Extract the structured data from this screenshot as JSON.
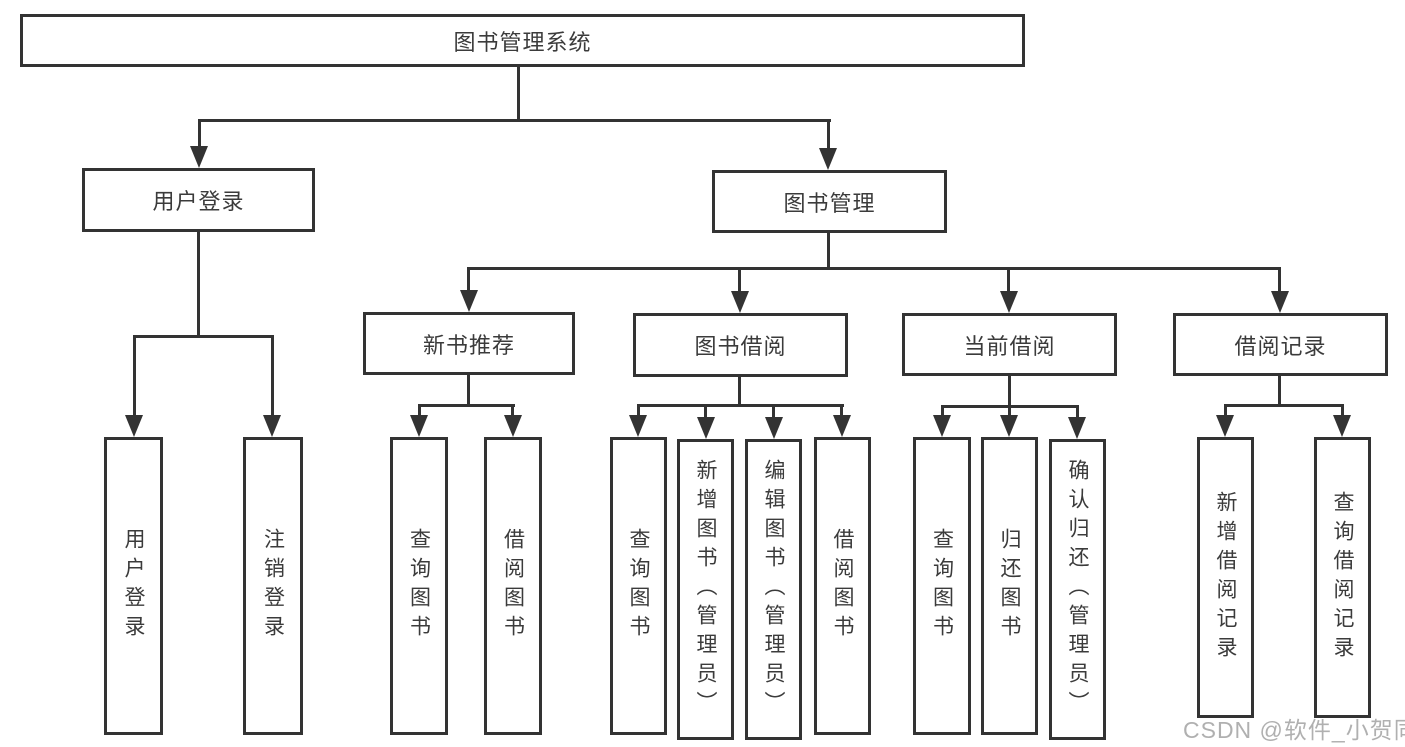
{
  "title": "图书管理系统",
  "tree": {
    "label": "图书管理系统",
    "children": [
      {
        "label": "用户登录",
        "children": [
          {
            "label": "用户登录"
          },
          {
            "label": "注销登录"
          }
        ]
      },
      {
        "label": "图书管理",
        "children": [
          {
            "label": "新书推荐",
            "children": [
              {
                "label": "查询图书"
              },
              {
                "label": "借阅图书"
              }
            ]
          },
          {
            "label": "图书借阅",
            "children": [
              {
                "label": "查询图书"
              },
              {
                "label": "新增图书（管理员）"
              },
              {
                "label": "编辑图书（管理员）"
              },
              {
                "label": "借阅图书"
              }
            ]
          },
          {
            "label": "当前借阅",
            "children": [
              {
                "label": "查询图书"
              },
              {
                "label": "归还图书"
              },
              {
                "label": "确认归还（管理员）"
              }
            ]
          },
          {
            "label": "借阅记录",
            "children": [
              {
                "label": "新增借阅记录"
              },
              {
                "label": "查询借阅记录"
              }
            ]
          }
        ]
      }
    ]
  },
  "watermark": "CSDN @软件_小贺同学",
  "colors": {
    "line": "#333333",
    "text": "#3b3b3b",
    "background": "#ffffff",
    "watermark": "#b0b0b0"
  }
}
